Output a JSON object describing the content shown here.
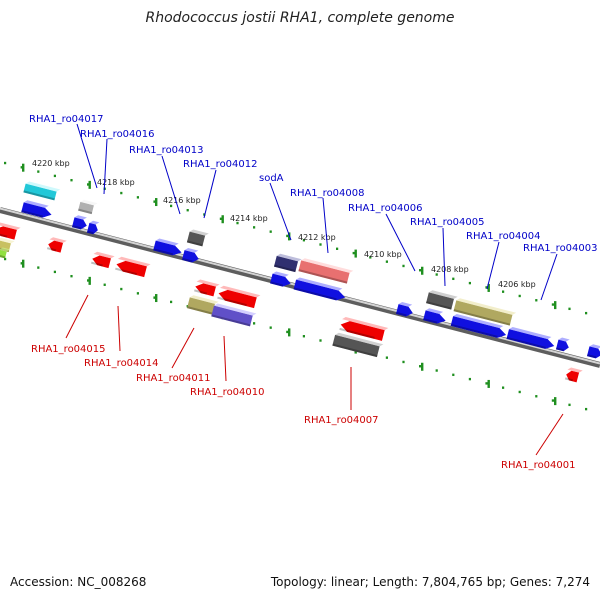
{
  "title": "Rhodococcus jostii RHA1, complete genome",
  "accession": "Accession: NC_008268",
  "summary": "Topology: linear; Length: 7,804,765 bp; Genes: 7,274",
  "colors": {
    "forward_label": "#0000c8",
    "reverse_label": "#cc0000",
    "tick": "#1f8f1f",
    "backbone": "#8a8a8a"
  },
  "kbp_ticks": [
    "4220 kbp",
    "4218 kbp",
    "4216 kbp",
    "4214 kbp",
    "4212 kbp",
    "4210 kbp",
    "4208 kbp",
    "4206 kbp"
  ],
  "forward_labels": [
    "RHA1_ro04017",
    "RHA1_ro04016",
    "RHA1_ro04013",
    "RHA1_ro04012",
    "sodA",
    "RHA1_ro04008",
    "RHA1_ro04006",
    "RHA1_ro04005",
    "RHA1_ro04004",
    "RHA1_ro04003"
  ],
  "reverse_labels": [
    "RHA1_ro04015",
    "RHA1_ro04014",
    "RHA1_ro04011",
    "RHA1_ro04010",
    "RHA1_ro04007",
    "RHA1_ro04001"
  ]
}
